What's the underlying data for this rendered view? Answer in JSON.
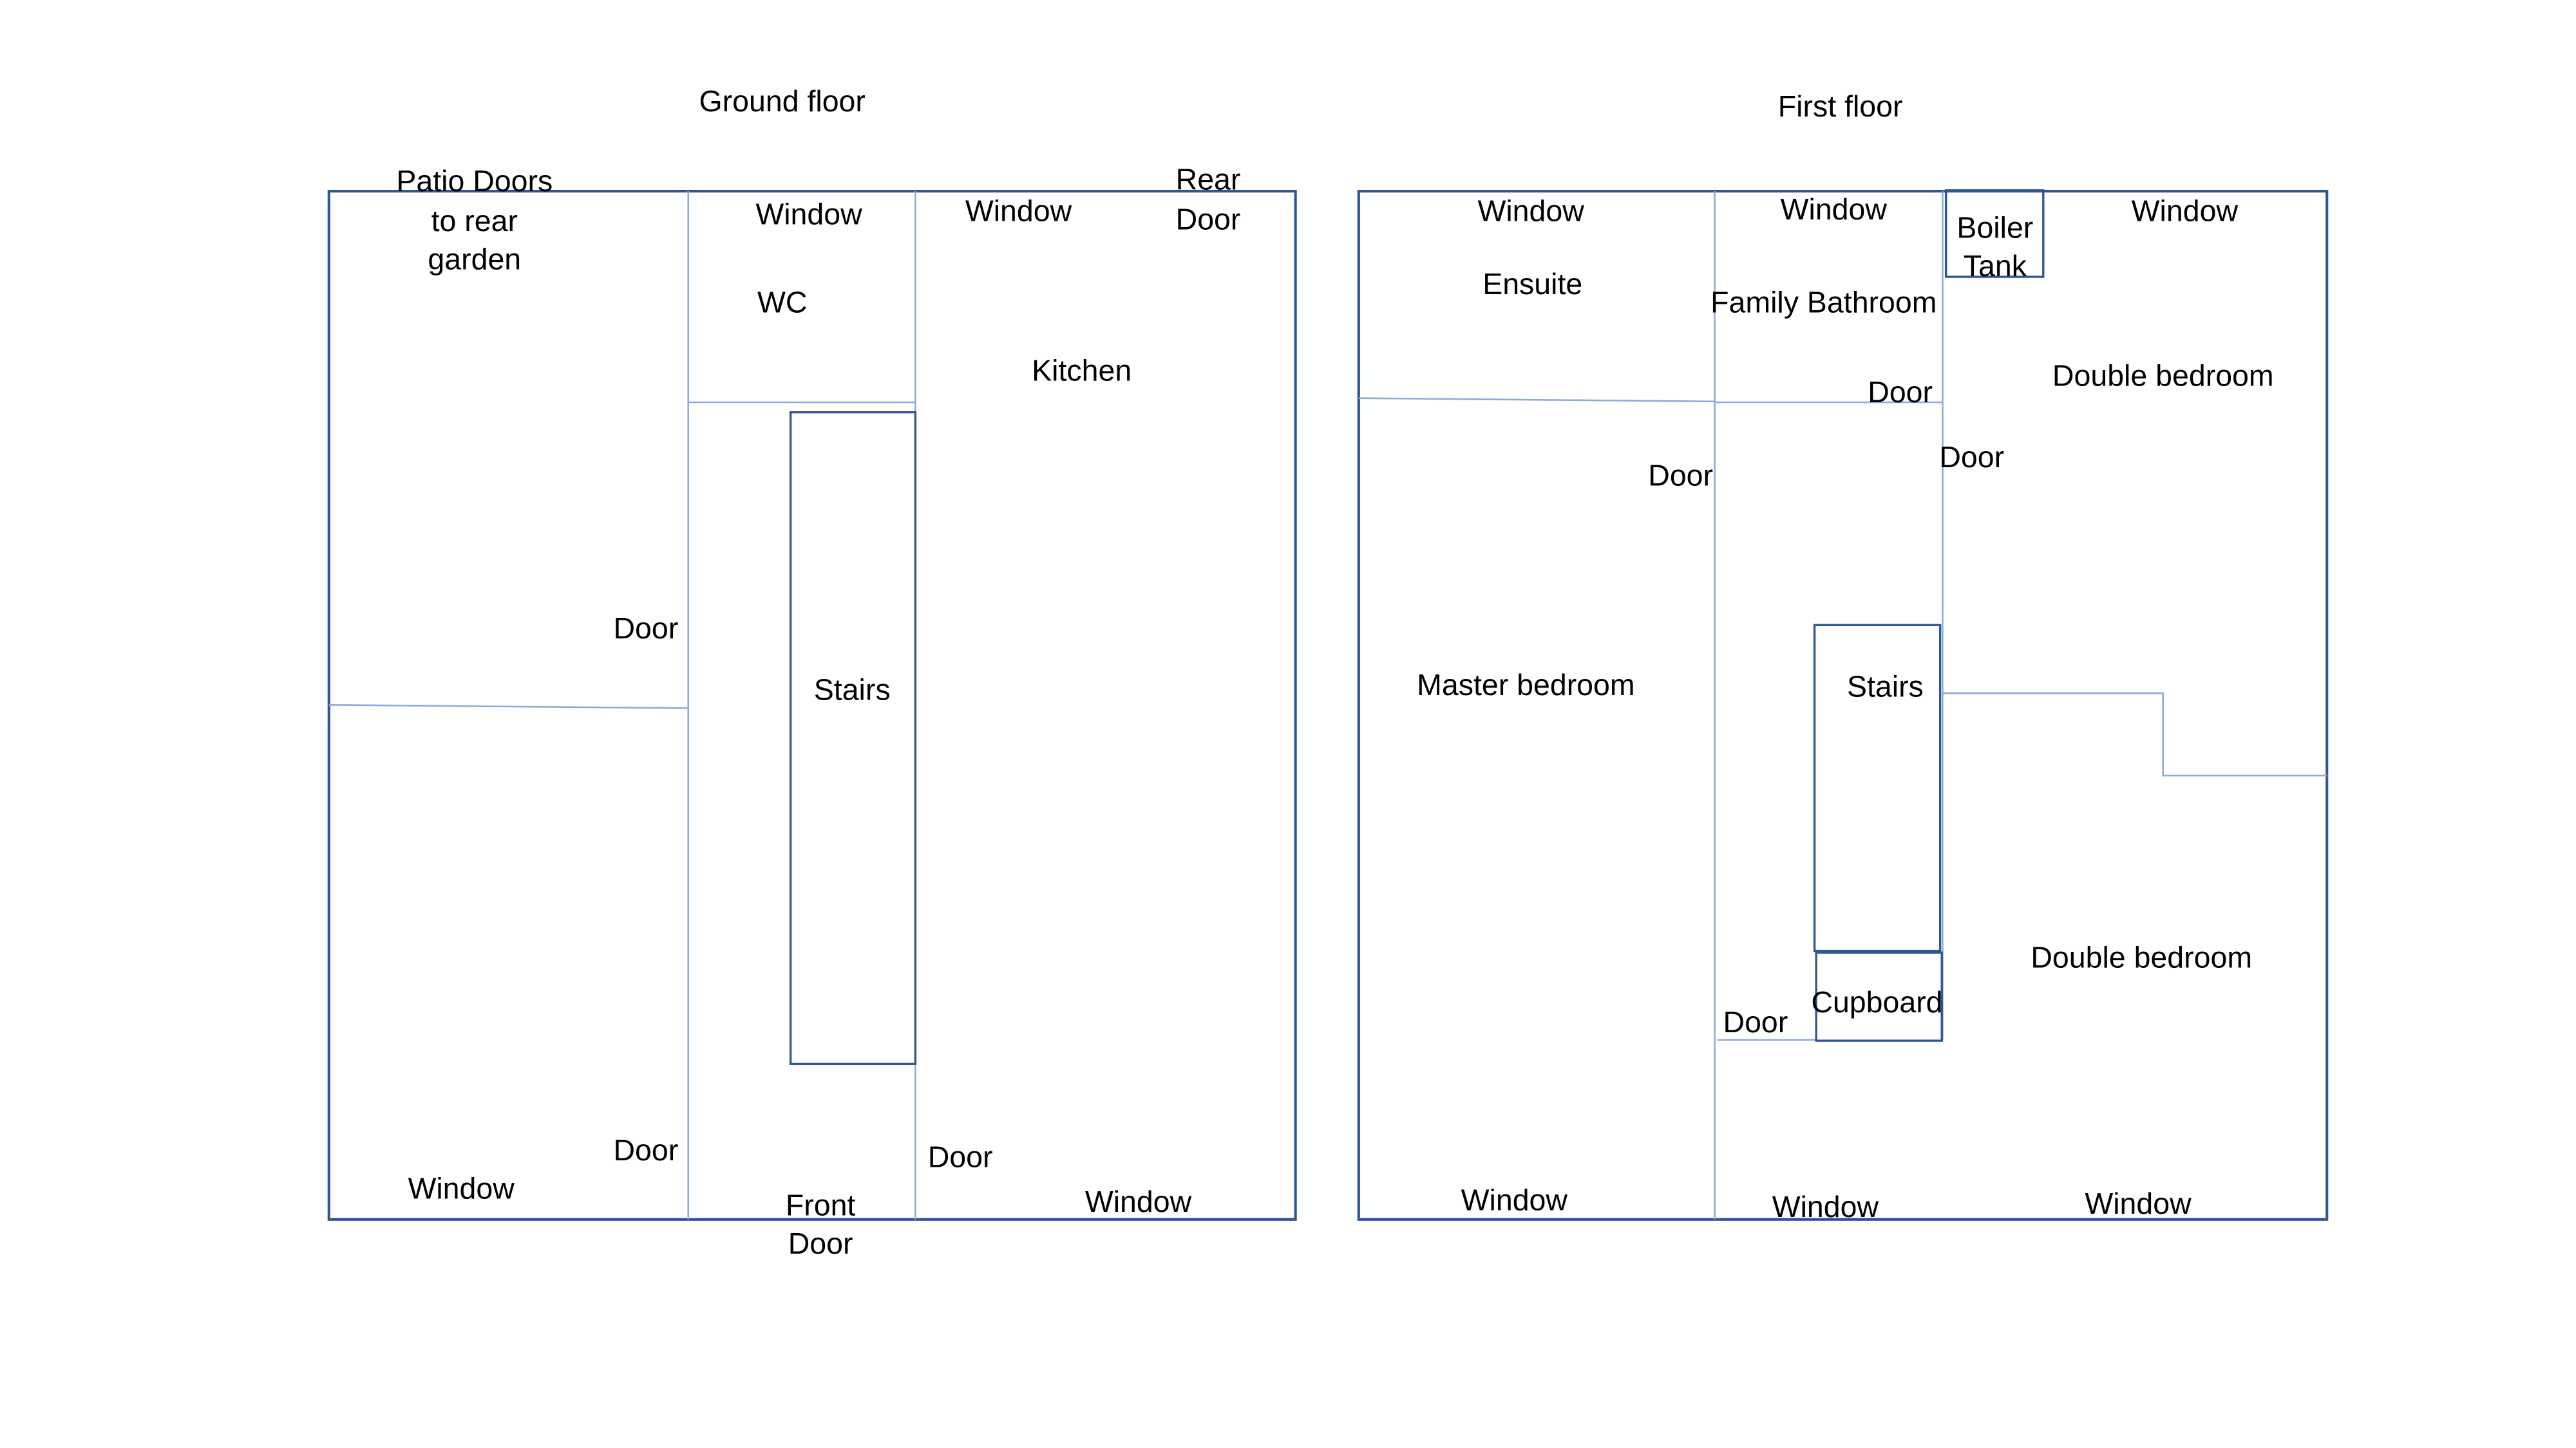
{
  "colors": {
    "outline": "#2f5597",
    "partition": "#8faadc",
    "text": "#000000",
    "background": "#ffffff"
  },
  "ground_floor": {
    "title": "Ground floor",
    "labels": {
      "patio_line1": "Patio Doors",
      "patio_line2": "to rear",
      "patio_line3": "garden",
      "window_wc": "Window",
      "window_kitchen": "Window",
      "rear_door_line1": "Rear",
      "rear_door_line2": "Door",
      "wc": "WC",
      "kitchen": "Kitchen",
      "door_upper_left": "Door",
      "stairs": "Stairs",
      "door_lower_left": "Door",
      "window_front_left": "Window",
      "front_door_line1": "Front",
      "front_door_line2": "Door",
      "door_kitchen": "Door",
      "window_front_right": "Window"
    }
  },
  "first_floor": {
    "title": "First floor",
    "labels": {
      "window_ensuite": "Window",
      "window_bathroom": "Window",
      "boiler_line1": "Boiler",
      "boiler_line2": "Tank",
      "window_bedroom_rear": "Window",
      "ensuite": "Ensuite",
      "family_bathroom": "Family Bathroom",
      "door_bathroom": "Door",
      "double_bedroom_rear": "Double bedroom",
      "door_bedroom_rear": "Door",
      "door_master": "Door",
      "master_bedroom": "Master bedroom",
      "stairs": "Stairs",
      "double_bedroom_front": "Double bedroom",
      "cupboard": "Cupboard",
      "door_landing": "Door",
      "window_master": "Window",
      "window_landing": "Window",
      "window_bedroom_front": "Window"
    }
  }
}
